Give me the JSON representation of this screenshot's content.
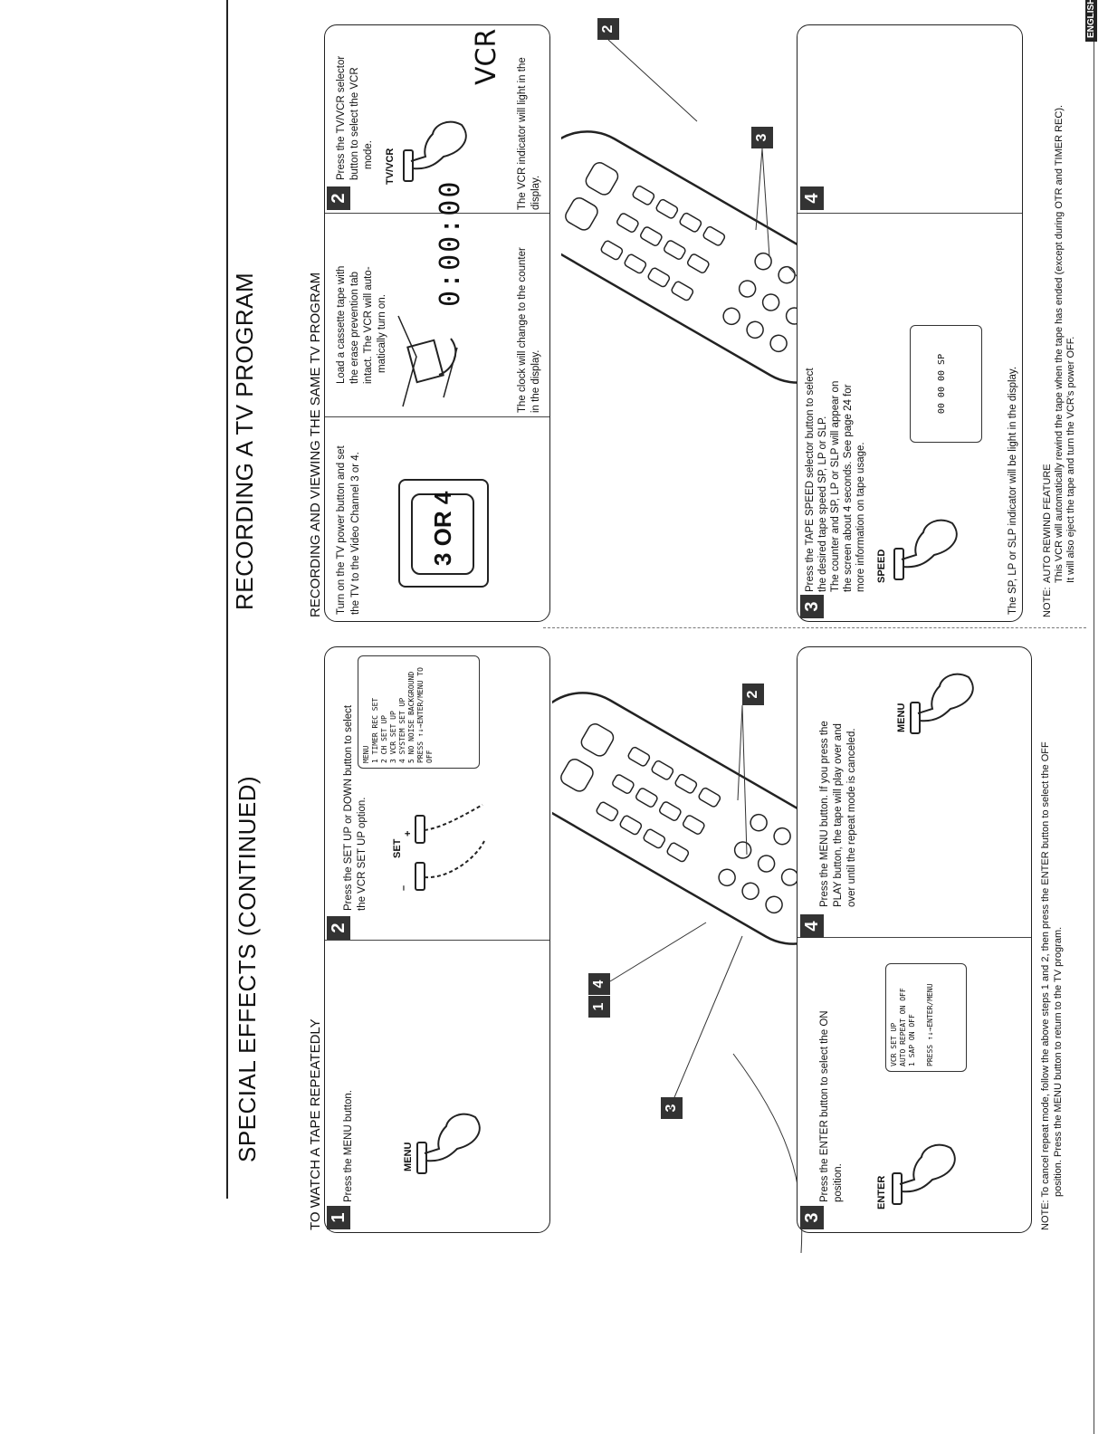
{
  "header": {
    "left_title": "SPECIAL EFFECTS (CONTINUED)",
    "right_title": "RECORDING A TV PROGRAM",
    "lang_tab": "ENGLISH"
  },
  "left": {
    "section_title": "TO WATCH A TAPE REPEATEDLY",
    "step1": {
      "num": "1",
      "text": "Press the MENU button.",
      "button": "MENU"
    },
    "step2": {
      "num": "2",
      "text_a": "Press the SET UP or DOWN button to select",
      "text_b": "the  VCR SET UP  option.",
      "button_minus": "–",
      "button_set": "SET",
      "button_plus": "+",
      "osd": [
        "MENU",
        "1 TIMER REC SET",
        "2 CH SET UP",
        "3 VCR SET UP",
        "4 SYSTEM SET UP",
        "5 NO NOISE BACKGROUND",
        "PRESS ↑↓→ENTER/MENU TO OFF"
      ]
    },
    "step3": {
      "num": "3",
      "text_a": "Press the ENTER button to select the ON",
      "text_b": "position.",
      "button": "ENTER",
      "osd": [
        "VCR SET UP",
        "AUTO REPEAT ON OFF",
        "1 SAP ON OFF",
        "PRESS ↑↓→ENTER/MENU"
      ]
    },
    "step4": {
      "num": "4",
      "text_a": "Press the MENU button. If you press the",
      "text_b": "PLAY button, the tape will play over and",
      "text_c": "over until the repeat mode is canceled.",
      "button": "MENU"
    },
    "callouts": [
      "1",
      "4",
      "3",
      "2"
    ],
    "note_a": "NOTE: To cancel repeat mode, follow the above steps 1 and 2, then press the ENTER button to select the OFF",
    "note_b": "position. Press the MENU button to return to the TV program."
  },
  "right": {
    "section_title": "RECORDING AND VIEWING THE SAME TV PROGRAM",
    "step1": {
      "text_a": "Turn on the TV power button and set",
      "text_b": "the TV to the Video Channel 3 or 4.",
      "tv_label": "3 OR 4"
    },
    "load": {
      "text_a": "Load a cassette tape with",
      "text_b": "the erase prevention tab",
      "text_c": "intact. The VCR will auto-",
      "text_d": "matically turn on.",
      "display": "0:00:00",
      "caption_a": "The clock will change to the counter",
      "caption_b": "in the display."
    },
    "step2": {
      "num": "2",
      "text_a": "Press the TV/VCR selector",
      "text_b": "button to select the VCR",
      "text_c": "mode.",
      "button": "TV/VCR",
      "indicator": "VCR",
      "caption_a": "The VCR indicator will light in the",
      "caption_b": "display."
    },
    "step3": {
      "num": "3",
      "text_a": "Press the TAPE SPEED selector button to select",
      "text_b": "the desired tape speed SP, LP or SLP.",
      "text_c": "The counter and SP, LP or SLP will appear on",
      "text_d": "the screen about 4 seconds. See page 24 for",
      "text_e": "more information on tape usage.",
      "button": "SPEED",
      "osd": "00  00  00  SP",
      "caption": "The SP, LP or SLP indicator will be light in the display."
    },
    "step4": {
      "num": "4"
    },
    "callouts": [
      "2",
      "3"
    ],
    "note_label": "NOTE:",
    "note_title": "AUTO REWIND FEATURE",
    "note_a": "This VCR will automatically rewind the tape when the tape has ended (except during OTR and TIMER REC).",
    "note_b": "It will also eject the tape and turn the VCR's power OFF."
  }
}
